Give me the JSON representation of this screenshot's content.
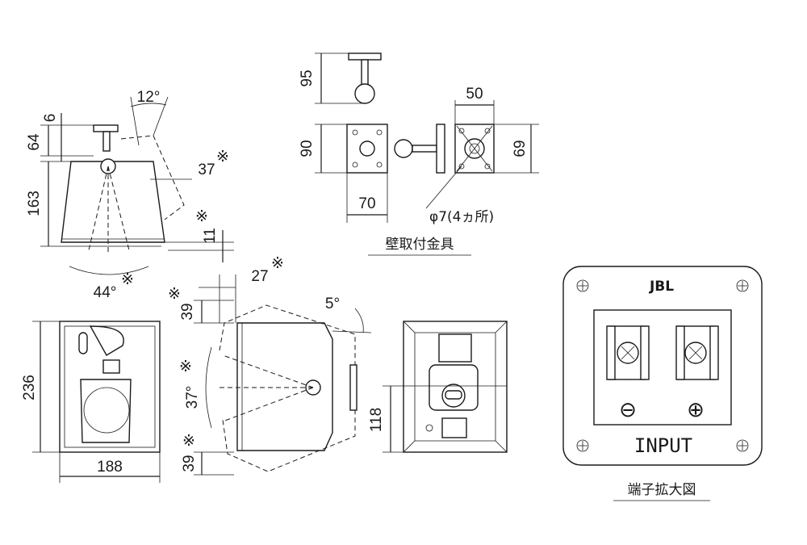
{
  "dimensions": {
    "d6": "6",
    "d64": "64",
    "d163": "163",
    "d12deg": "12°",
    "d37": "37",
    "d11": "11",
    "d44deg": "44°",
    "d95": "95",
    "d90": "90",
    "d70": "70",
    "d50": "50",
    "d69": "69",
    "d27": "27",
    "d39top": "39",
    "d37deg": "37°",
    "d39bot": "39",
    "d5deg": "5°",
    "d236": "236",
    "d188": "188",
    "d118": "118"
  },
  "note_mark": "※",
  "labels": {
    "hole_note": "φ7(4ヵ所)",
    "bracket_title": "壁取付金具",
    "terminal_title": "端子拡大図",
    "input": "INPUT",
    "brand": "JBL",
    "minus": "⊖",
    "plus": "⊕"
  }
}
